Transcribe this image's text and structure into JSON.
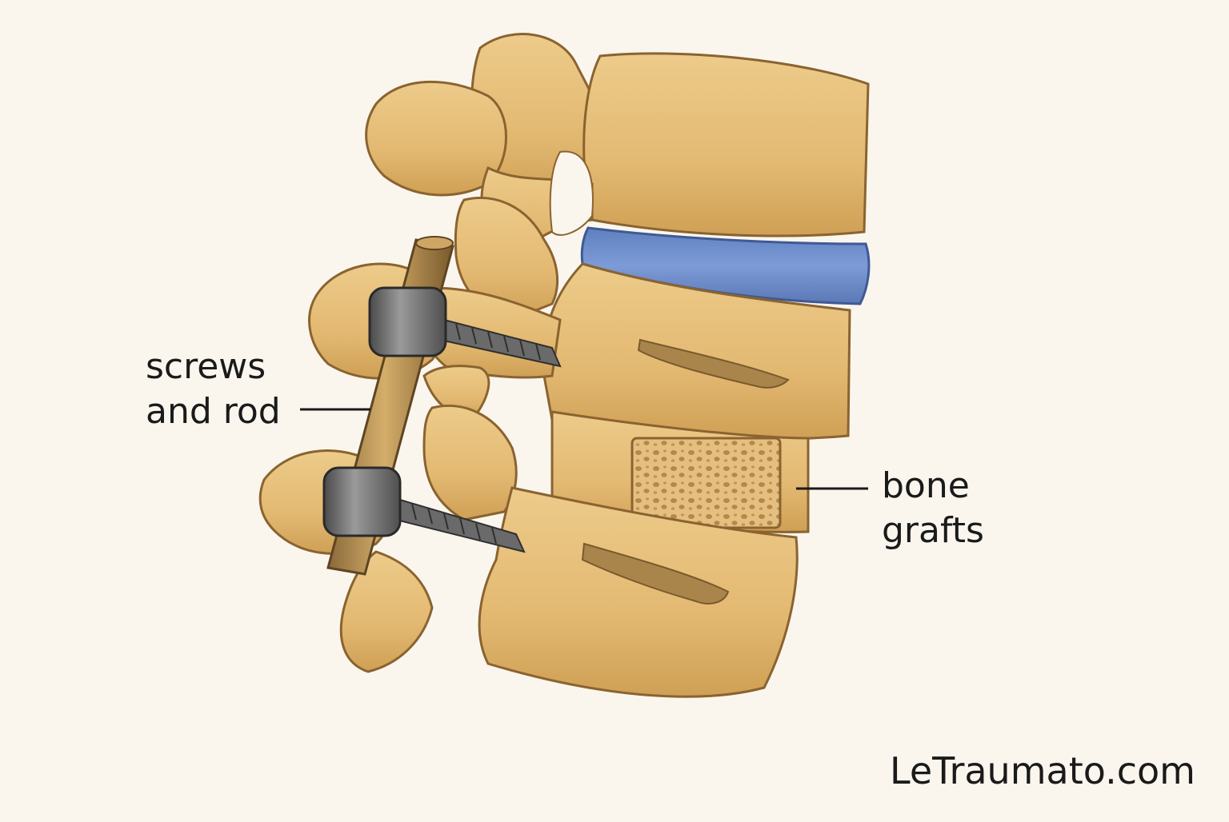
{
  "labels": {
    "screws_and_rod": {
      "line1": "screws",
      "line2": "and rod"
    },
    "bone_grafts": {
      "line1": "bone",
      "line2": "grafts"
    }
  },
  "watermark": "LeTraumato.com",
  "colors": {
    "background": "#faf6ee",
    "bone": "#e7c07a",
    "bone_shadow": "#c99a4e",
    "bone_outline": "#8a6330",
    "disc": "#6f8fcf",
    "metal": "#6e6e6e",
    "rod": "#b08a4e",
    "graft": "#e0b977",
    "text": "#1a1a1a"
  }
}
